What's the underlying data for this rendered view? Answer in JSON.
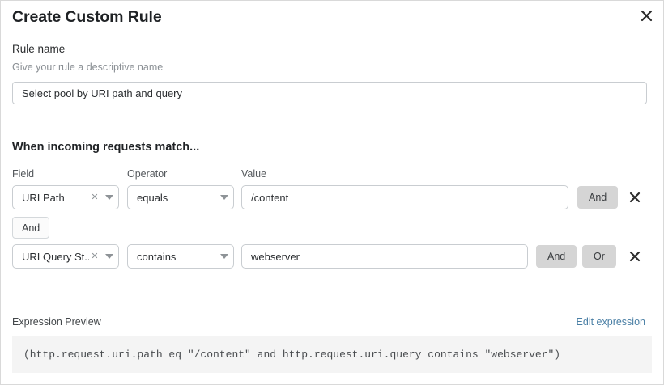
{
  "dialog": {
    "title": "Create Custom Rule",
    "close_icon": "close-icon"
  },
  "rule_name": {
    "label": "Rule name",
    "help": "Give your rule a descriptive name",
    "value": "Select pool by URI path and query",
    "placeholder": "Select pool by URI path and query"
  },
  "match": {
    "heading": "When incoming requests match...",
    "columns": {
      "field": "Field",
      "operator": "Operator",
      "value": "Value"
    },
    "connector": {
      "label": "And"
    },
    "rows": [
      {
        "field": "URI Path",
        "field_clear_icon": "clear-icon",
        "operator": "equals",
        "value": "/content",
        "buttons": [
          "And"
        ],
        "remove_icon": "close-icon"
      },
      {
        "field": "URI Query St...",
        "field_clear_icon": "clear-icon",
        "operator": "contains",
        "value": "webserver",
        "buttons": [
          "And",
          "Or"
        ],
        "remove_icon": "close-icon"
      }
    ]
  },
  "expression": {
    "label": "Expression Preview",
    "edit_link": "Edit expression",
    "text": "(http.request.uri.path eq \"/content\" and http.request.uri.query contains \"webserver\")"
  },
  "colors": {
    "link": "#4a7fa5",
    "button_bg": "#d5d5d5",
    "panel_bg": "#f4f4f4",
    "border": "#c9cdd1"
  }
}
